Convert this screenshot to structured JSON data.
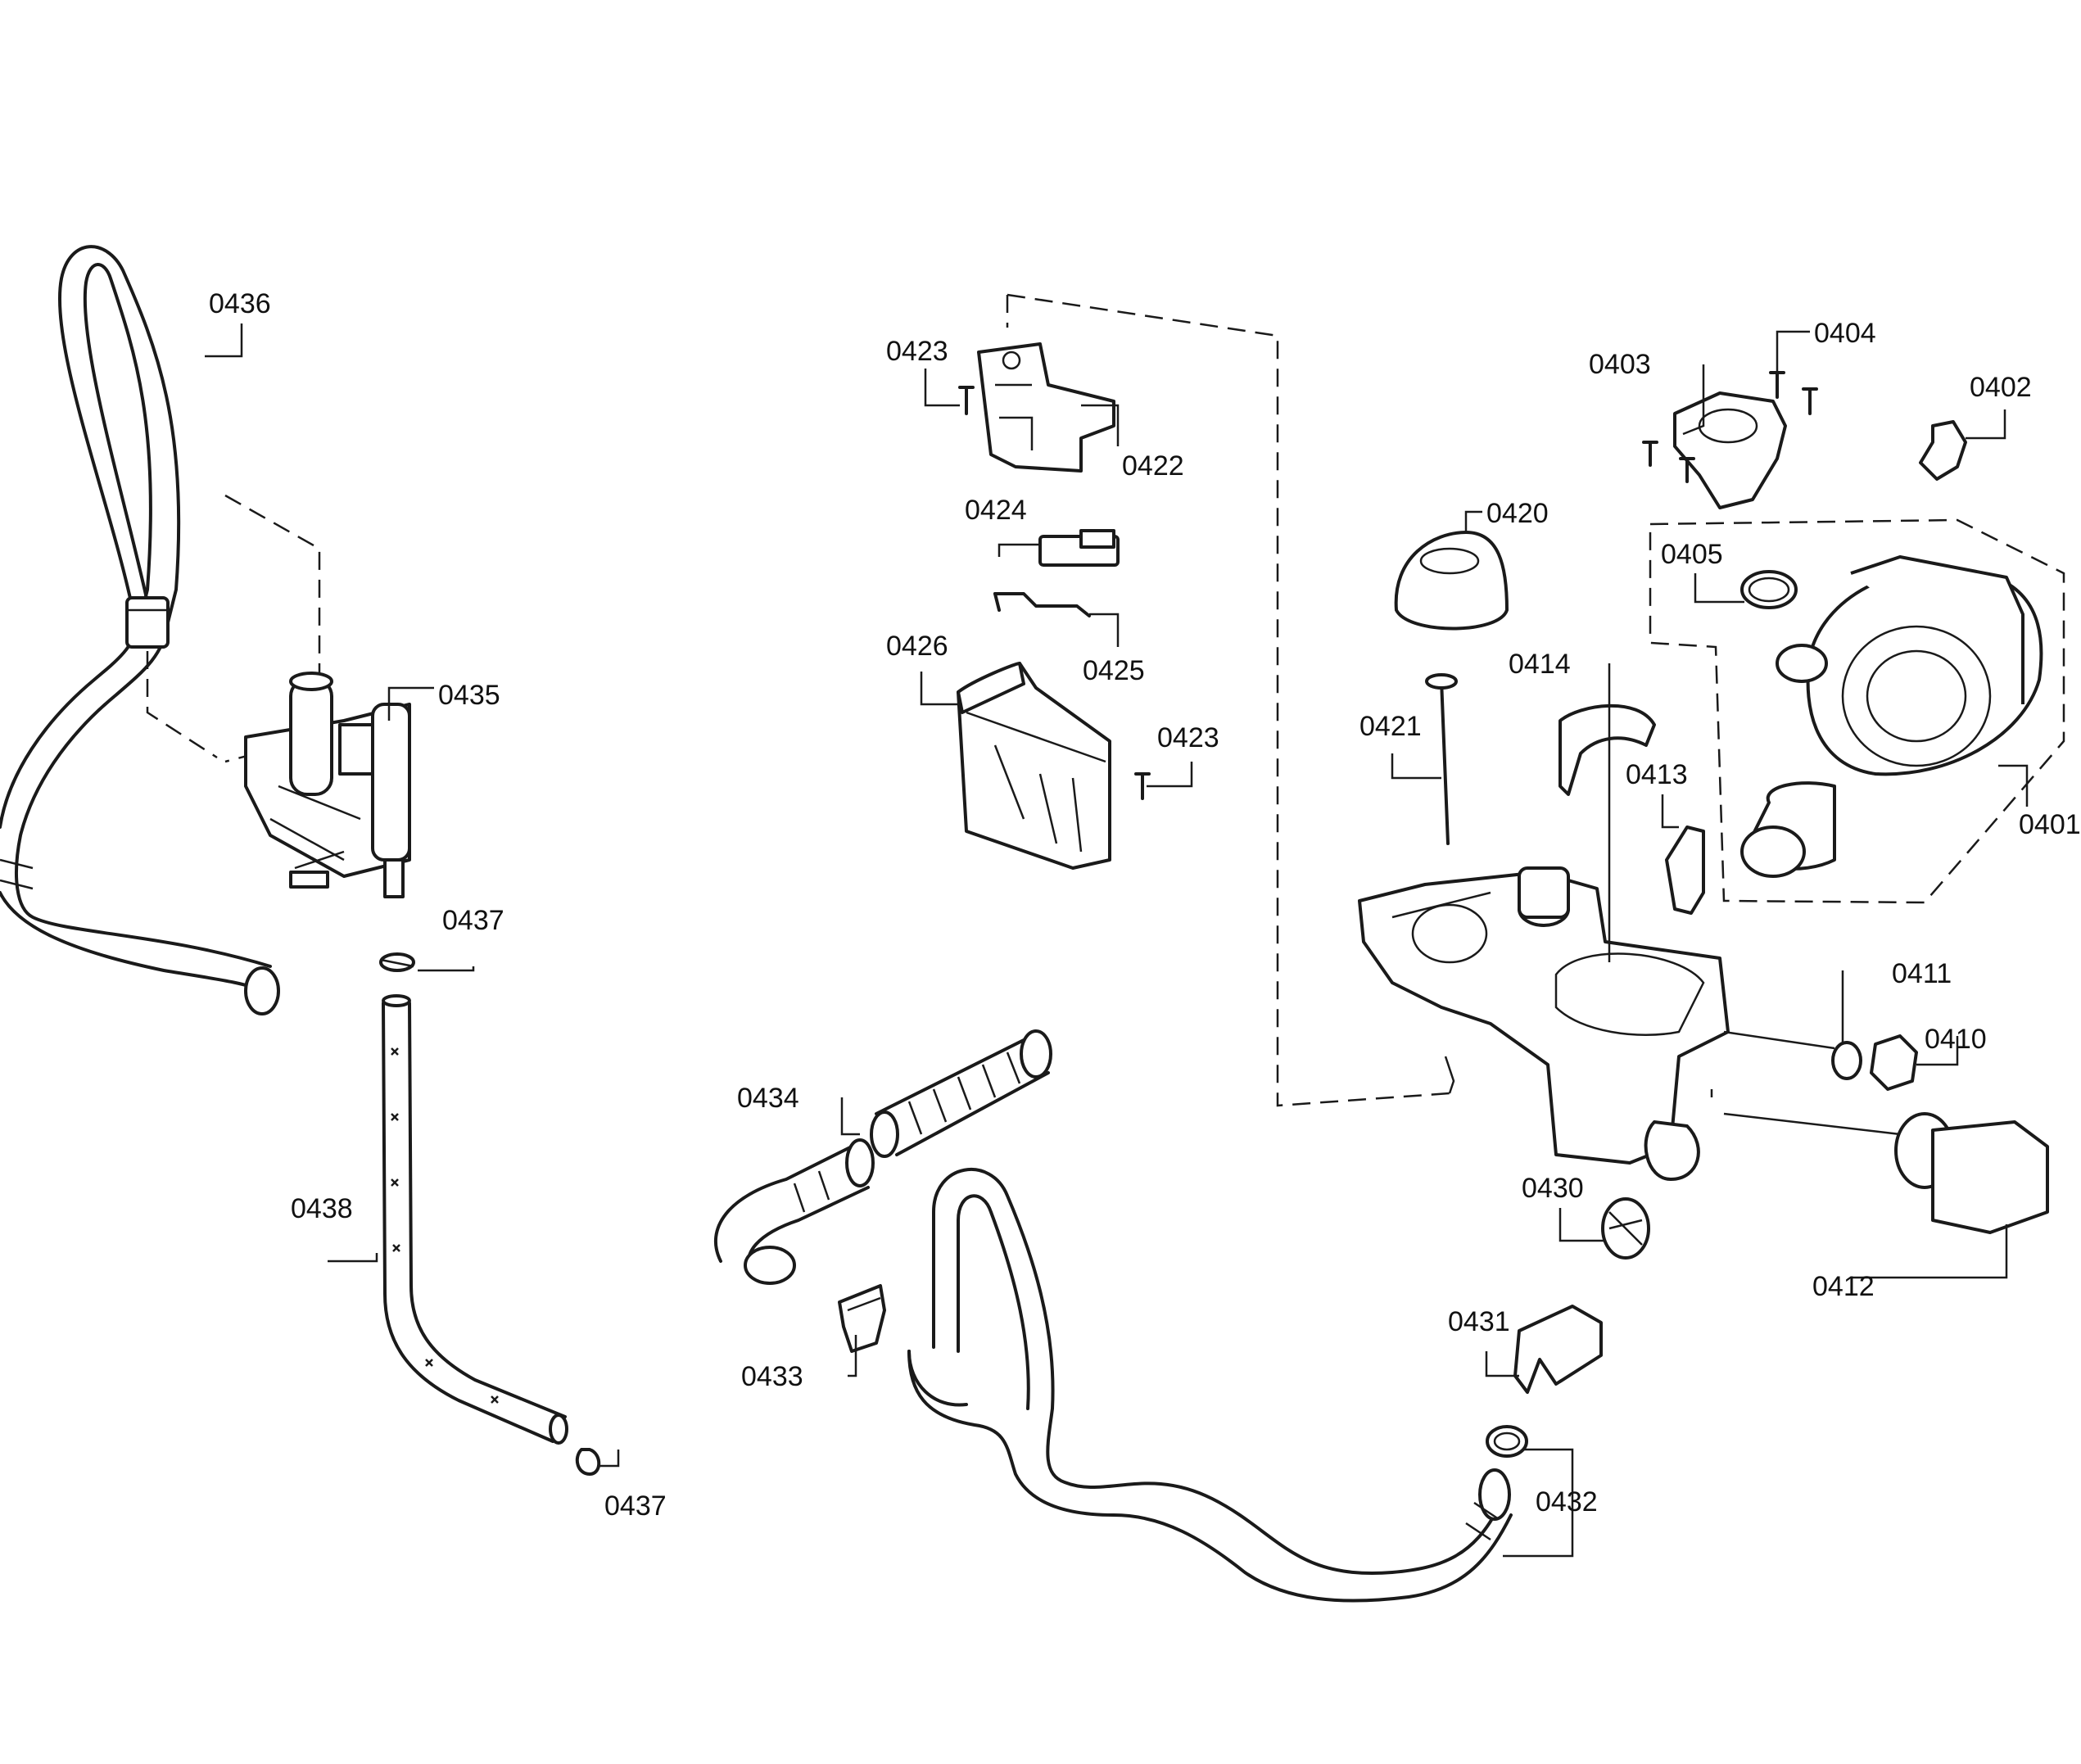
{
  "diagram": {
    "labels": [
      {
        "id": "c0436",
        "text": "0436"
      },
      {
        "id": "c0435",
        "text": "0435"
      },
      {
        "id": "c0437a",
        "text": "0437"
      },
      {
        "id": "c0438",
        "text": "0438"
      },
      {
        "id": "c0437b",
        "text": "0437"
      },
      {
        "id": "c0423a",
        "text": "0423"
      },
      {
        "id": "c0422",
        "text": "0422"
      },
      {
        "id": "c0424",
        "text": "0424"
      },
      {
        "id": "c0425",
        "text": "0425"
      },
      {
        "id": "c0426",
        "text": "0426"
      },
      {
        "id": "c0423b",
        "text": "0423"
      },
      {
        "id": "c0434",
        "text": "0434"
      },
      {
        "id": "c0433",
        "text": "0433"
      },
      {
        "id": "c0403",
        "text": "0403"
      },
      {
        "id": "c0404",
        "text": "0404"
      },
      {
        "id": "c0402",
        "text": "0402"
      },
      {
        "id": "c0420",
        "text": "0420"
      },
      {
        "id": "c0405",
        "text": "0405"
      },
      {
        "id": "c0414",
        "text": "0414"
      },
      {
        "id": "c0421",
        "text": "0421"
      },
      {
        "id": "c0413",
        "text": "0413"
      },
      {
        "id": "c0401",
        "text": "0401"
      },
      {
        "id": "c0411",
        "text": "0411"
      },
      {
        "id": "c0410",
        "text": "0410"
      },
      {
        "id": "c0430",
        "text": "0430"
      },
      {
        "id": "c0412",
        "text": "0412"
      },
      {
        "id": "c0431",
        "text": "0431"
      },
      {
        "id": "c0432",
        "text": "0432"
      }
    ]
  }
}
